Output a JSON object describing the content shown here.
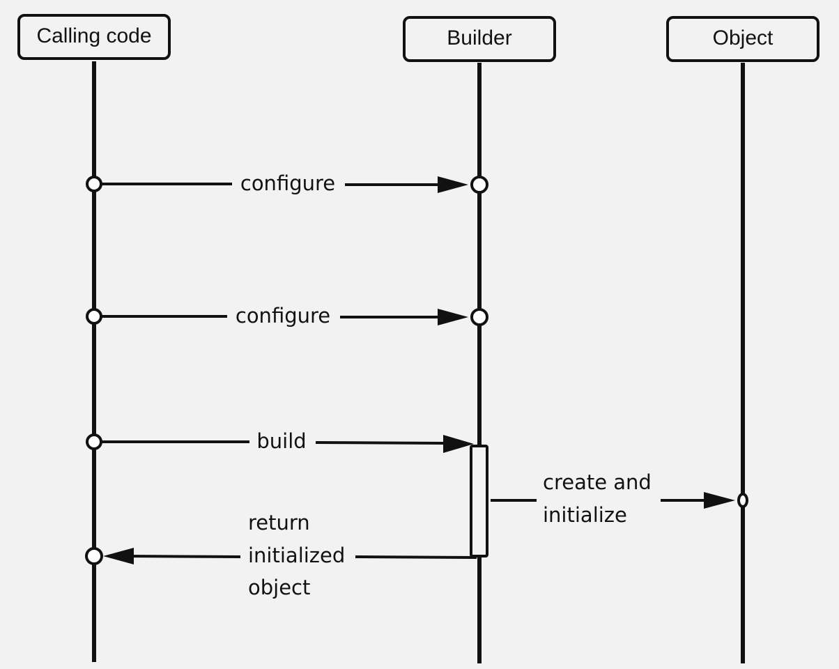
{
  "participants": {
    "calling_code": "Calling code",
    "builder": "Builder",
    "object": "Object"
  },
  "messages": {
    "configure_1": "configure",
    "configure_2": "configure",
    "build": "build",
    "create_and_initialize": [
      "create and",
      "initialize"
    ],
    "return_initialized_object": [
      "return",
      "initialized",
      "object"
    ]
  },
  "colors": {
    "background": "#f2f2f2",
    "stroke": "#111111"
  }
}
